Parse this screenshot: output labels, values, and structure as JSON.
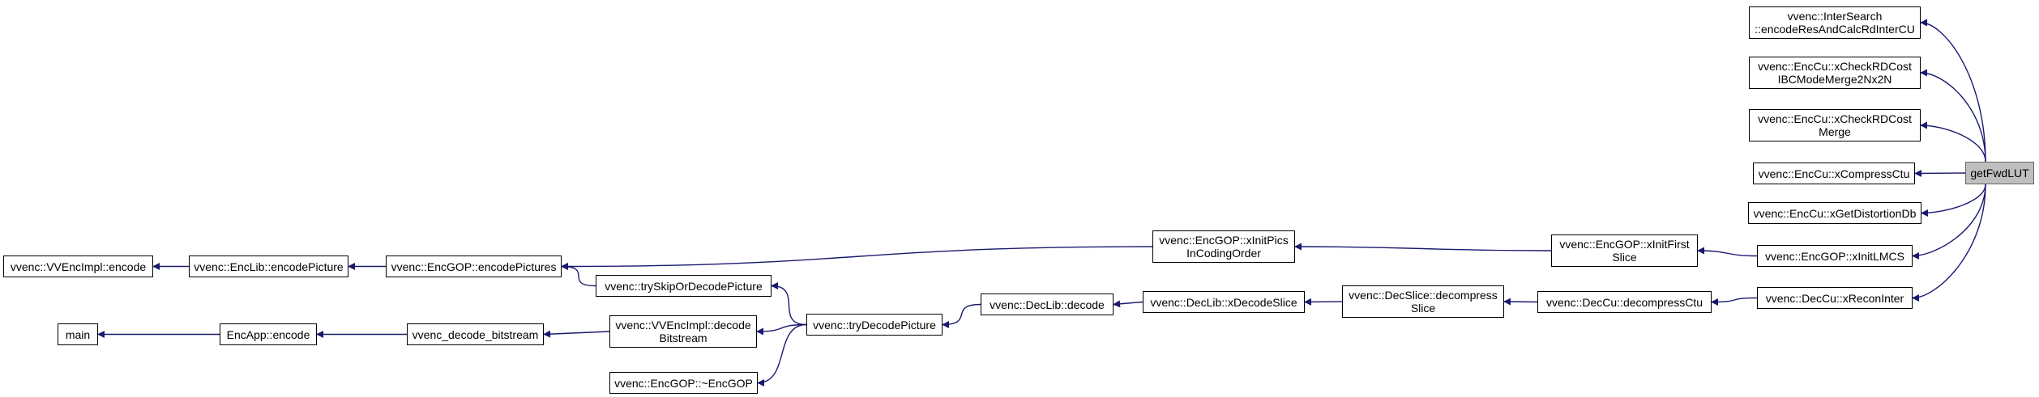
{
  "colors": {
    "edge": "#191970",
    "node_border": "#000000",
    "focus_fill": "#bfbfbf",
    "focus_border": "#666666"
  },
  "nodes": {
    "getfwdlut": {
      "lines": [
        "getFwdLUT"
      ]
    },
    "intersearch_encode": {
      "lines": [
        "vvenc::InterSearch",
        "::encodeResAndCalcRdInterCU"
      ]
    },
    "encu_ibcmerge": {
      "lines": [
        "vvenc::EncCu::xCheckRDCost",
        "IBCModeMerge2Nx2N"
      ]
    },
    "encu_merge": {
      "lines": [
        "vvenc::EncCu::xCheckRDCost",
        "Merge"
      ]
    },
    "encu_compressctu": {
      "lines": [
        "vvenc::EncCu::xCompressCtu"
      ]
    },
    "encu_getdistortiondb": {
      "lines": [
        "vvenc::EncCu::xGetDistortionDb"
      ]
    },
    "encgop_xinitlmcs": {
      "lines": [
        "vvenc::EncGOP::xInitLMCS"
      ]
    },
    "deccu_xreconinter": {
      "lines": [
        "vvenc::DecCu::xReconInter"
      ]
    },
    "encgop_xinitfirstslice": {
      "lines": [
        "vvenc::EncGOP::xInitFirst",
        "Slice"
      ]
    },
    "deccu_decompressctu": {
      "lines": [
        "vvenc::DecCu::decompressCtu"
      ]
    },
    "encgop_xinitpicsincodingorder": {
      "lines": [
        "vvenc::EncGOP::xInitPics",
        "InCodingOrder"
      ]
    },
    "decslice_decompressslice": {
      "lines": [
        "vvenc::DecSlice::decompress",
        "Slice"
      ]
    },
    "encgop_encodepictures": {
      "lines": [
        "vvenc::EncGOP::encodePictures"
      ]
    },
    "declib_xdecodeslice": {
      "lines": [
        "vvenc::DecLib::xDecodeSlice"
      ]
    },
    "enclib_encodepicture": {
      "lines": [
        "vvenc::EncLib::encodePicture"
      ]
    },
    "declib_decode": {
      "lines": [
        "vvenc::DecLib::decode"
      ]
    },
    "vvencimpl_encode": {
      "lines": [
        "vvenc::VVEncImpl::encode"
      ]
    },
    "trydecodepicture": {
      "lines": [
        "vvenc::tryDecodePicture"
      ]
    },
    "tryskipordecodepicture": {
      "lines": [
        "vvenc::trySkipOrDecodePicture"
      ]
    },
    "vvencimpl_decodebitstream": {
      "lines": [
        "vvenc::VVEncImpl::decode",
        "Bitstream"
      ]
    },
    "encgop_destructor": {
      "lines": [
        "vvenc::EncGOP::~EncGOP"
      ]
    },
    "vvenc_decode_bitstream": {
      "lines": [
        "vvenc_decode_bitstream"
      ]
    },
    "encapp_encode": {
      "lines": [
        "EncApp::encode"
      ]
    },
    "main": {
      "lines": [
        "main"
      ]
    }
  }
}
